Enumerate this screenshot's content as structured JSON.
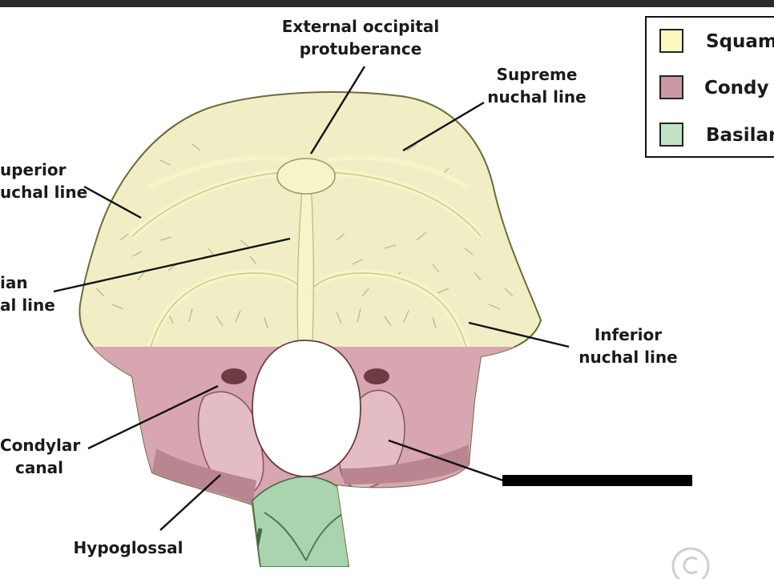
{
  "labels": {
    "ext_occipital_line1": "External occipital",
    "ext_occipital_line2": "protuberance",
    "supreme_line1": "Supreme",
    "supreme_line2": "nuchal line",
    "superior_line1": "uperior",
    "superior_line2": "uchal line",
    "median_line1": "ian",
    "median_line2": "al line",
    "inferior_line1": "Inferior",
    "inferior_line2": "nuchal line",
    "condylar_line1": "Condylar",
    "condylar_line2": "canal",
    "hypoglossal_line1": "Hypoglossal"
  },
  "legend": [
    {
      "label": "Squam",
      "color": "#fbf7c0"
    },
    {
      "label": "Condy",
      "color": "#c99aa3"
    },
    {
      "label": "Basilar",
      "color": "#c3e3c6"
    }
  ],
  "colors": {
    "squamous": "#f3efc4",
    "condylar": "#d8a6b0",
    "basilar": "#a9d4ad",
    "outline": "#6b6b3a",
    "leader": "#111111"
  },
  "watermark_icon": "copyright-icon"
}
